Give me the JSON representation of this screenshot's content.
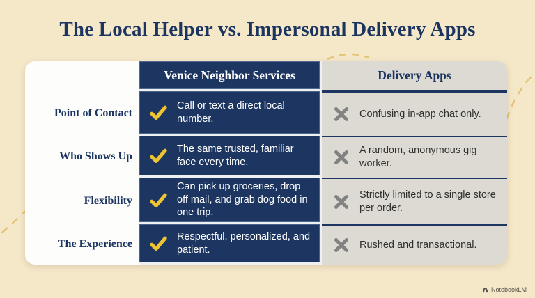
{
  "page": {
    "title": "The Local Helper vs. Impersonal Delivery Apps"
  },
  "table": {
    "columns": [
      {
        "label": ""
      },
      {
        "label": "Venice Neighbor Services"
      },
      {
        "label": "Delivery Apps"
      }
    ],
    "rows": [
      {
        "label": "Point of Contact",
        "pro": "Call or text a direct local number.",
        "con": "Confusing in-app chat only."
      },
      {
        "label": "Who Shows Up",
        "pro": "The same trusted, familiar face every time.",
        "con": "A random, anonymous gig worker."
      },
      {
        "label": "Flexibility",
        "pro": "Can pick up groceries, drop off mail, and grab dog food in one trip.",
        "con": "Strictly limited to a single store per order."
      },
      {
        "label": "The Experience",
        "pro": "Respectful, personalized, and patient.",
        "con": "Rushed and transactional."
      }
    ]
  },
  "colors": {
    "background_cream": "#f5e8c9",
    "navy": "#1d3661",
    "title_navy": "#1c3560",
    "gray_column": "#dcdad3",
    "check_gold": "#f0c431",
    "x_gray": "#828282",
    "dash_accent": "#ddb95c"
  },
  "footer": {
    "brand": "NotebookLM"
  }
}
